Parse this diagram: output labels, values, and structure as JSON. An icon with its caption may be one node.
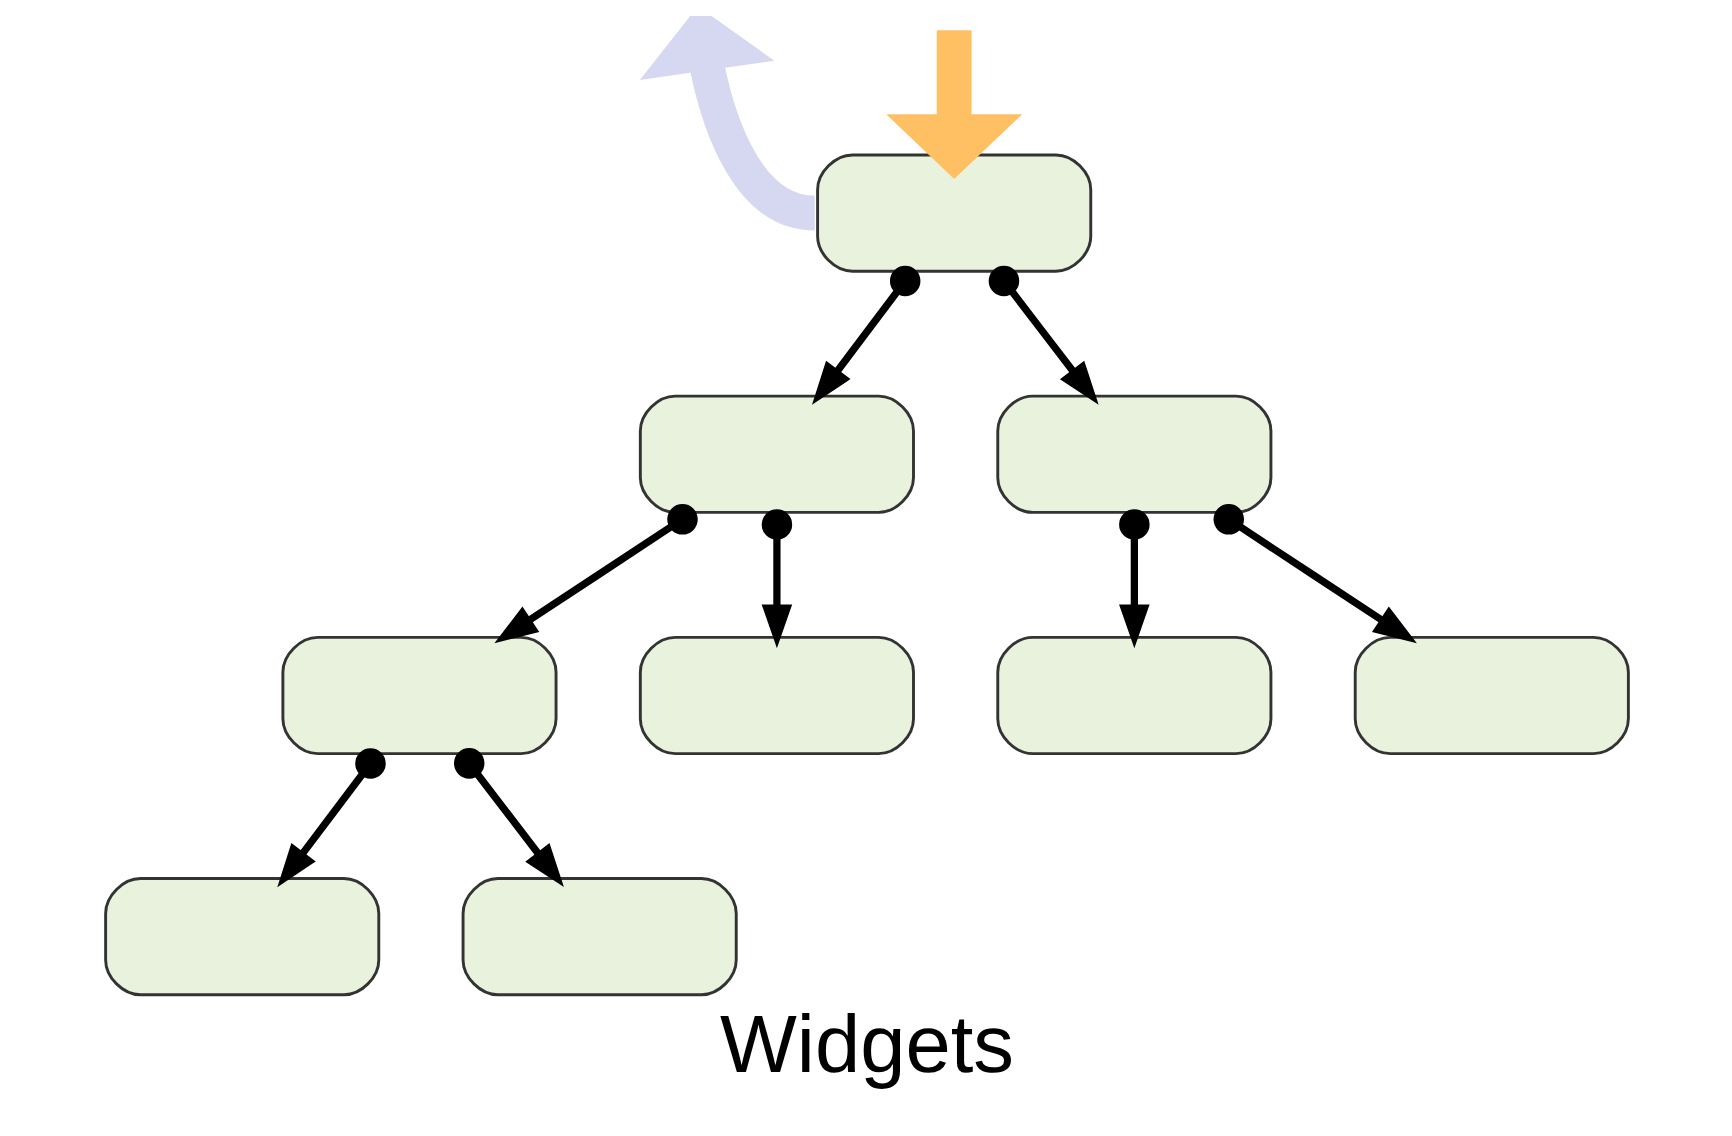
{
  "diagram": {
    "caption": "Widgets",
    "nodes": [
      {
        "text": [],
        "shape": "box"
      },
      {
        "text": [],
        "shape": "box"
      },
      {
        "text": [],
        "shape": "box"
      },
      {
        "text": [],
        "shape": "box"
      },
      {
        "text": [],
        "shape": "box"
      },
      {
        "text": [],
        "shape": "box"
      },
      {
        "text": [],
        "shape": "box"
      },
      {
        "text": [],
        "shape": "box"
      },
      {
        "text": [],
        "shape": "box"
      }
    ],
    "edges": [
      {
        "from": 0,
        "to": null,
        "arrow": "to",
        "style": "thick",
        "color": "#d6d8f2"
      },
      {
        "from": null,
        "to": 0,
        "arrow": "to",
        "style": "thick",
        "color": "#ffc064"
      },
      {
        "from": 0,
        "to": 1,
        "arrow": "to"
      },
      {
        "from": 0,
        "to": 2,
        "arrow": "to"
      },
      {
        "from": 1,
        "to": 3,
        "arrow": "to"
      },
      {
        "from": 1,
        "to": 4,
        "arrow": "to"
      },
      {
        "from": 2,
        "to": 5,
        "arrow": "to"
      },
      {
        "from": 2,
        "to": 6,
        "arrow": "to"
      },
      {
        "from": 3,
        "to": 7,
        "arrow": "to"
      },
      {
        "from": 3,
        "to": 8,
        "arrow": "to"
      }
    ]
  }
}
